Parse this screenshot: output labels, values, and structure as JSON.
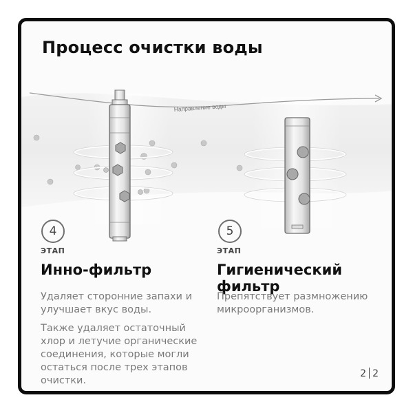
{
  "title": "Процесс очистки воды",
  "flow_label": "Направление воды",
  "steps": [
    {
      "number": "4",
      "label": "ЭТАП",
      "heading": "Инно-фильтр",
      "paragraphs": [
        "Удаляет сторонние запахи и улучшает вкус воды.",
        "Также удаляет остаточный хлор и летучие органические соединения, которые могли остаться после трех этапов очистки."
      ]
    },
    {
      "number": "5",
      "label": "ЭТАП",
      "heading": "Гигиенический фильтр",
      "paragraphs": [
        "Препятствует размножению микроорганизмов."
      ]
    }
  ],
  "pager": {
    "current": "2",
    "total": "2"
  },
  "icons": [
    "inno-filter-icon",
    "hygienic-filter-icon",
    "flow-arrow-icon"
  ]
}
